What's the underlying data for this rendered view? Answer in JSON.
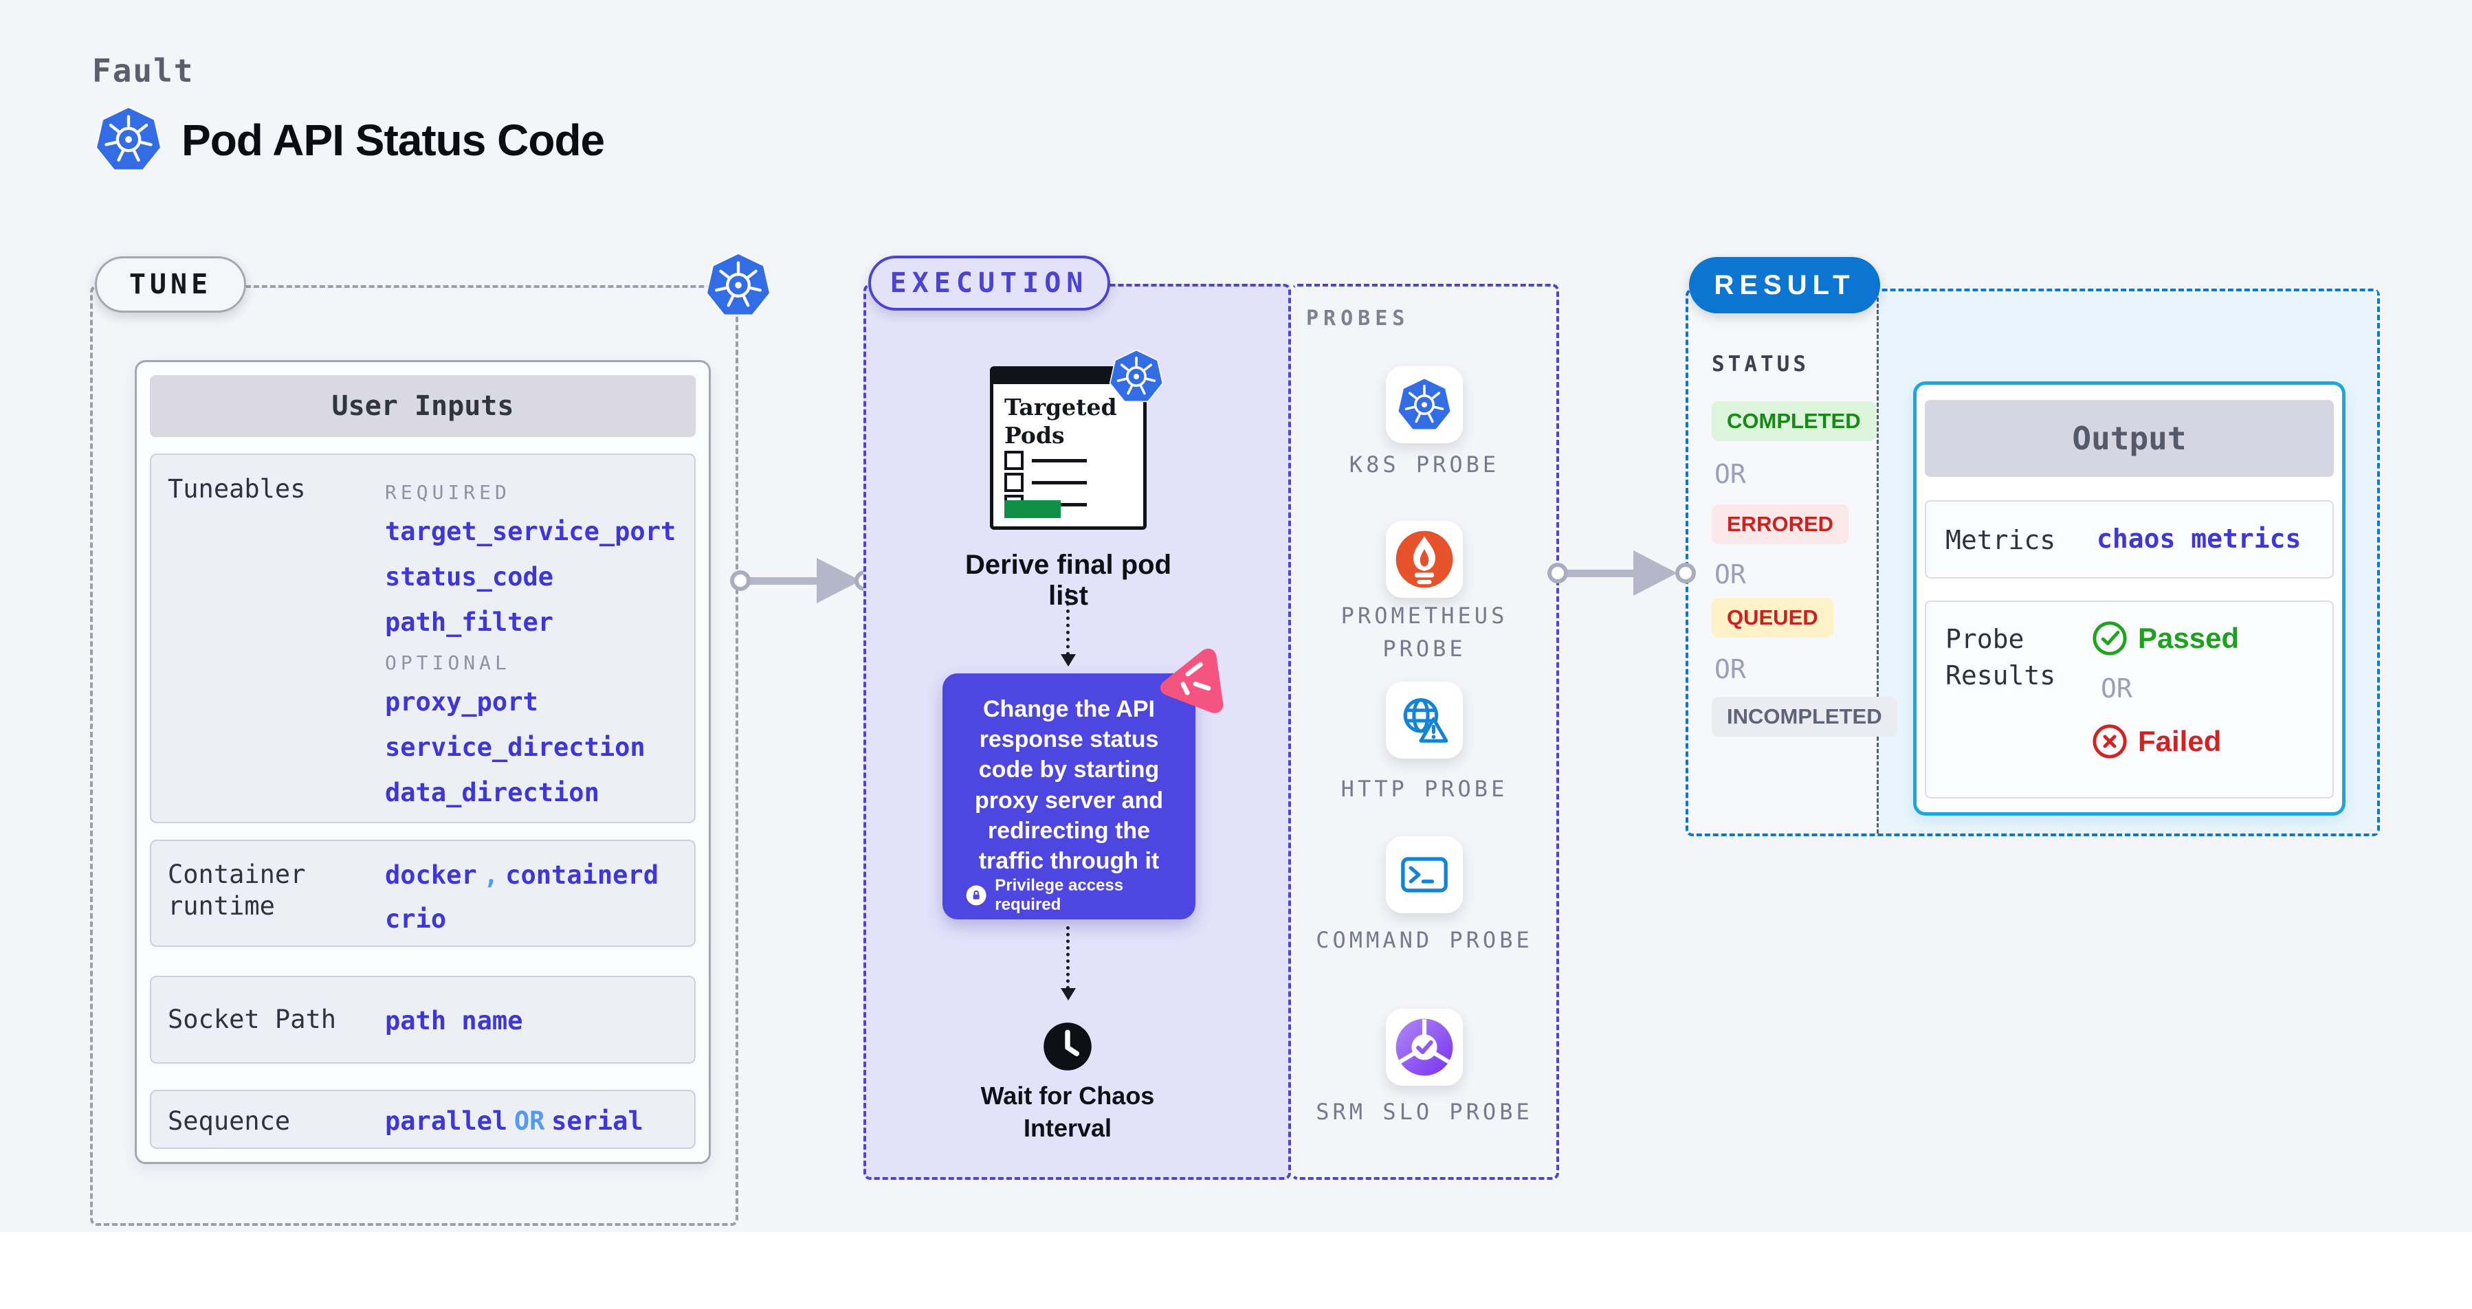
{
  "colors": {
    "accent_indigo": "#4b43d2",
    "result_blue": "#0c75d1",
    "output_border_cyan": "#1aa7de",
    "value_blue": "#3e36d8",
    "link_light_blue": "#539af5",
    "passed_green": "#1ea11e",
    "failed_red": "#d32222",
    "action_purple": "#4e46e0",
    "litmus_pink": "#f55380",
    "k8s_blue": "#326de6",
    "prometheus_orange": "#e6522c"
  },
  "header": {
    "kicker": "Fault",
    "title": "Pod API Status Code"
  },
  "tune": {
    "label": "TUNE",
    "user_inputs_title": "User Inputs",
    "tuneables": {
      "label": "Tuneables",
      "required_label": "REQUIRED",
      "required": [
        "target_service_port",
        "status_code",
        "path_filter"
      ],
      "optional_label": "OPTIONAL",
      "optional": [
        "proxy_port",
        "service_direction",
        "data_direction"
      ]
    },
    "container_runtime": {
      "label": "Container runtime",
      "value_1": "docker",
      "comma": ",",
      "value_2": "containerd",
      "value_3": "crio"
    },
    "socket_path": {
      "label": "Socket Path",
      "value": "path name"
    },
    "sequence": {
      "label": "Sequence",
      "value_a": "parallel",
      "or": "OR",
      "value_b": "serial"
    }
  },
  "execution": {
    "label": "EXECUTION",
    "targeted_pods_title": "Targeted Pods",
    "derive_label": "Derive final pod list",
    "action_text": "Change the API response status code by starting proxy server and redirecting the traffic through it",
    "privilege_label": "Privilege access required",
    "wait_label": "Wait for Chaos Interval"
  },
  "probes": {
    "label": "PROBES",
    "items": [
      {
        "name": "K8S PROBE",
        "icon": "kubernetes-icon"
      },
      {
        "name": "PROMETHEUS PROBE",
        "icon": "prometheus-icon"
      },
      {
        "name": "HTTP PROBE",
        "icon": "globe-warning-icon"
      },
      {
        "name": "COMMAND PROBE",
        "icon": "terminal-icon"
      },
      {
        "name": "SRM SLO PROBE",
        "icon": "slo-donut-check-icon"
      }
    ]
  },
  "result": {
    "label": "RESULT",
    "status": {
      "label": "STATUS",
      "or": "OR",
      "chips": [
        {
          "text": "COMPLETED",
          "fg": "#168916",
          "bg": "#ddf4dc"
        },
        {
          "text": "ERRORED",
          "fg": "#cb2121",
          "bg": "#fbe9e9"
        },
        {
          "text": "QUEUED",
          "fg": "#cb2121",
          "bg": "#fdf2c8"
        },
        {
          "text": "INCOMPLETED",
          "fg": "#5d6477",
          "bg": "#ebecf2"
        }
      ]
    },
    "output": {
      "title": "Output",
      "metrics_label": "Metrics",
      "metrics_value": "chaos metrics",
      "probe_results_label": "Probe Results",
      "passed_label": "Passed",
      "or": "OR",
      "failed_label": "Failed"
    }
  }
}
